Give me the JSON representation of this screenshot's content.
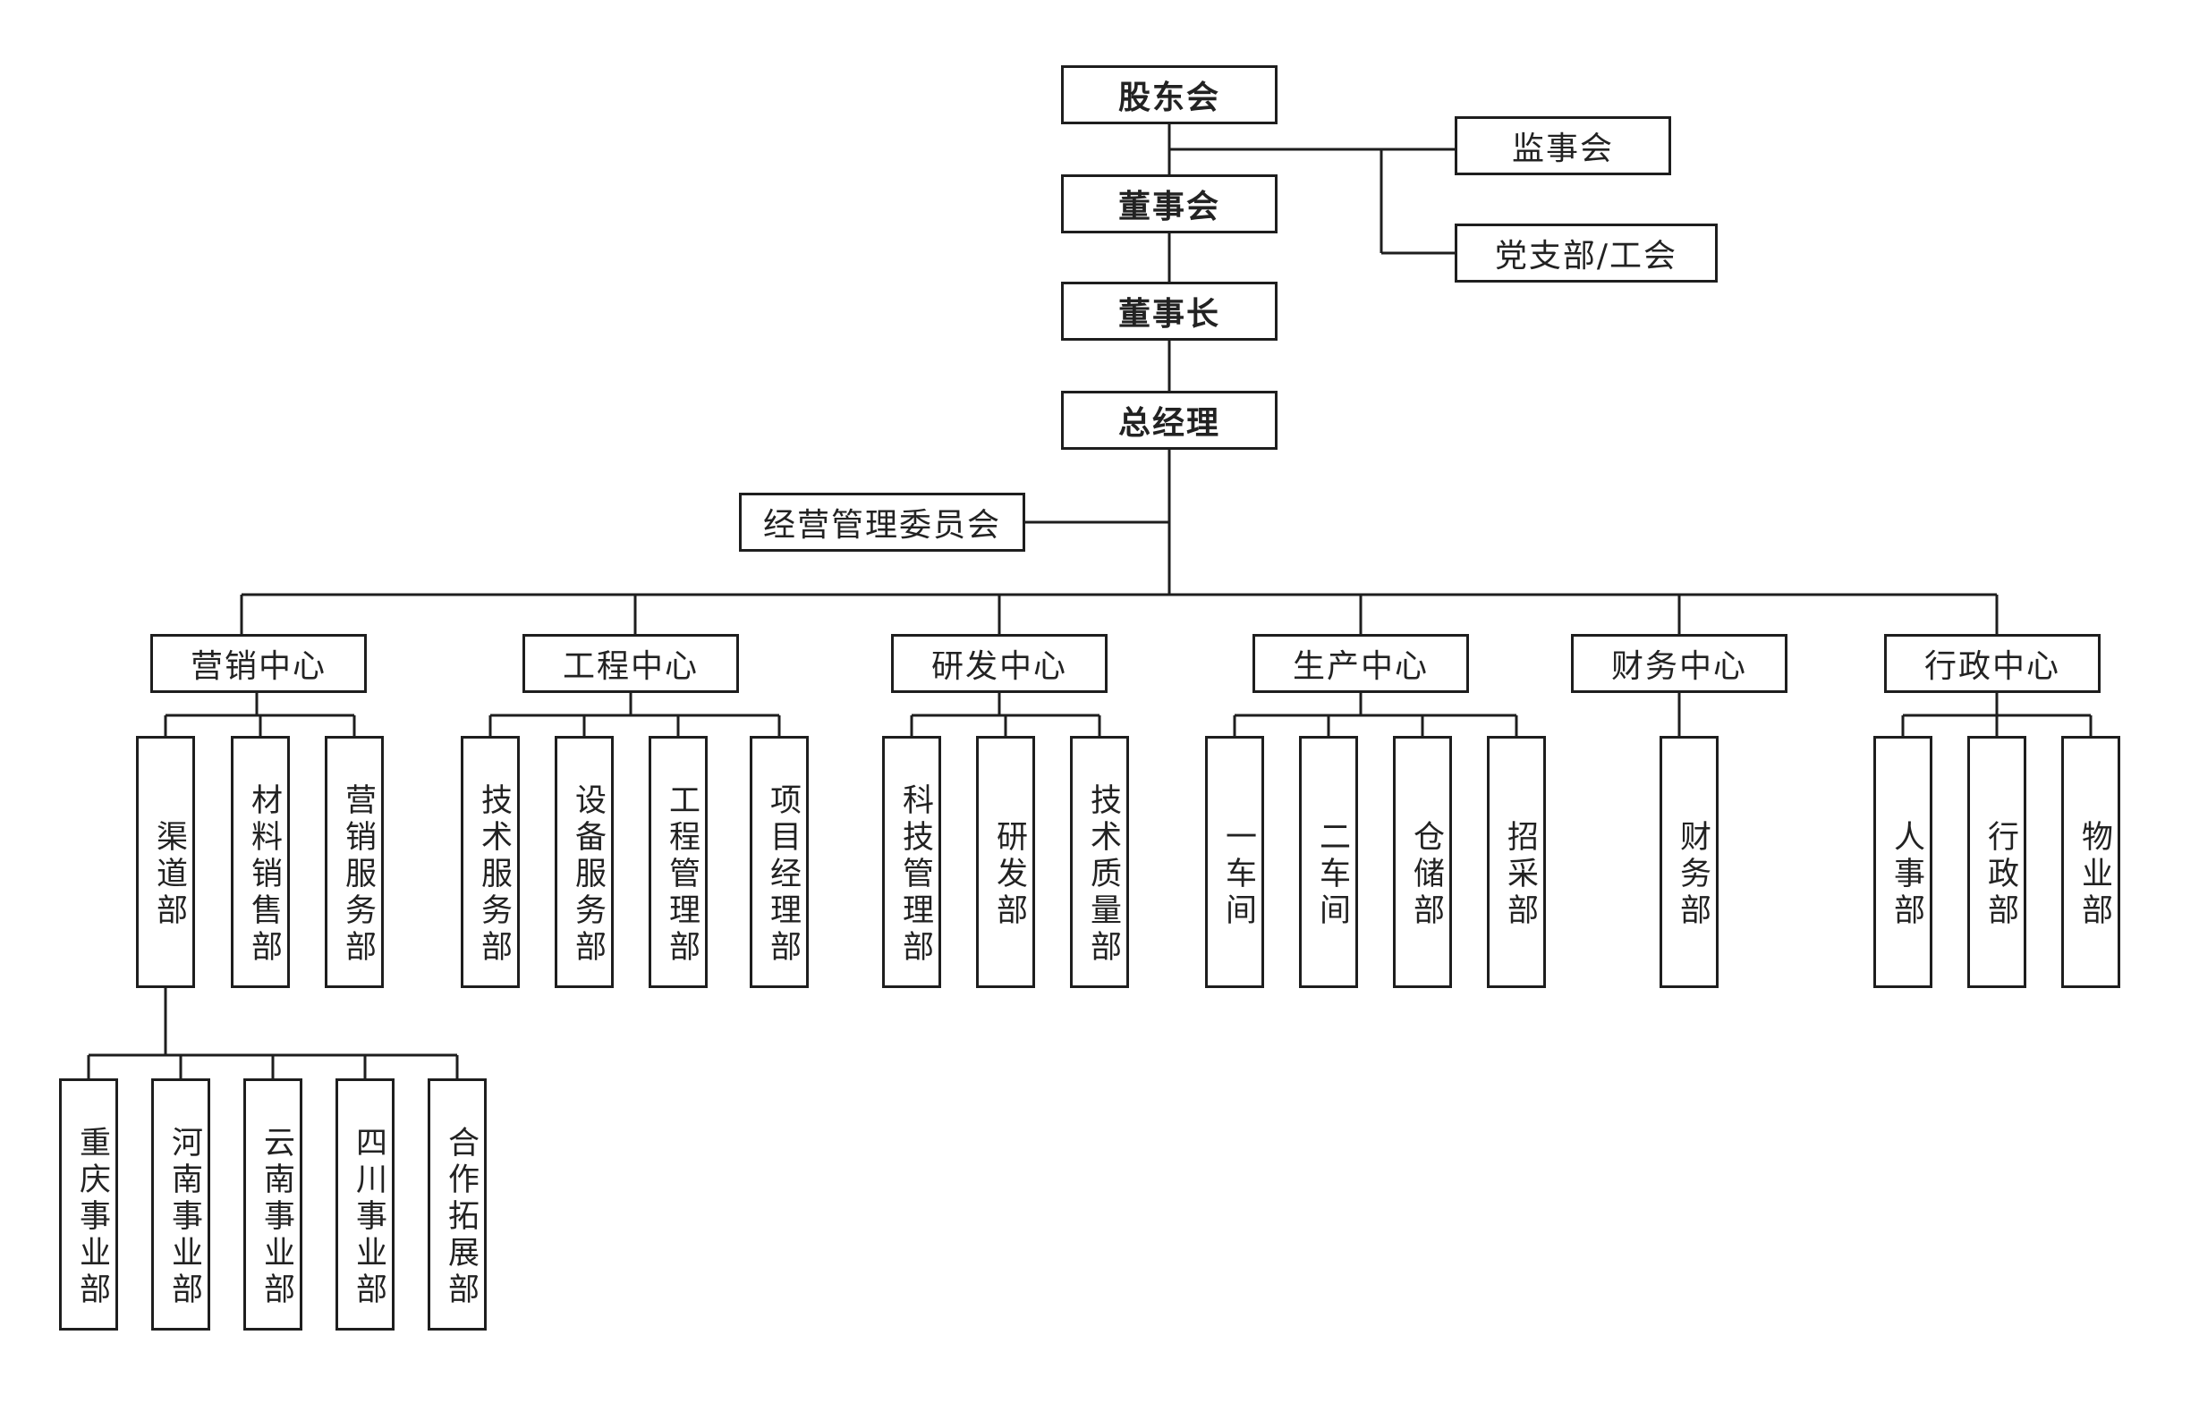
{
  "governance": {
    "shareholders": "股东会",
    "supervisors": "监事会",
    "board": "董事会",
    "party": "党支部/工会",
    "chairman": "董事长",
    "gm": "总经理",
    "committee": "经营管理委员会"
  },
  "centers": [
    {
      "label": "营销中心",
      "depts": [
        "渠道部",
        "材料销售部",
        "营销服务部"
      ]
    },
    {
      "label": "工程中心",
      "depts": [
        "技术服务部",
        "设备服务部",
        "工程管理部",
        "项目经理部"
      ]
    },
    {
      "label": "研发中心",
      "depts": [
        "科技管理部",
        "研发部",
        "技术质量部"
      ]
    },
    {
      "label": "生产中心",
      "depts": [
        "一车间",
        "二车间",
        "仓储部",
        "招采部"
      ]
    },
    {
      "label": "财务中心",
      "depts": [
        "财务部"
      ]
    },
    {
      "label": "行政中心",
      "depts": [
        "人事部",
        "行政部",
        "物业部"
      ]
    }
  ],
  "channel_subunits": [
    "重庆事业部",
    "河南事业部",
    "云南事业部",
    "四川事业部",
    "合作拓展部"
  ],
  "colors": {
    "line": "#1e1e1e",
    "box_border": "#1e1e1e",
    "text": "#222222"
  }
}
